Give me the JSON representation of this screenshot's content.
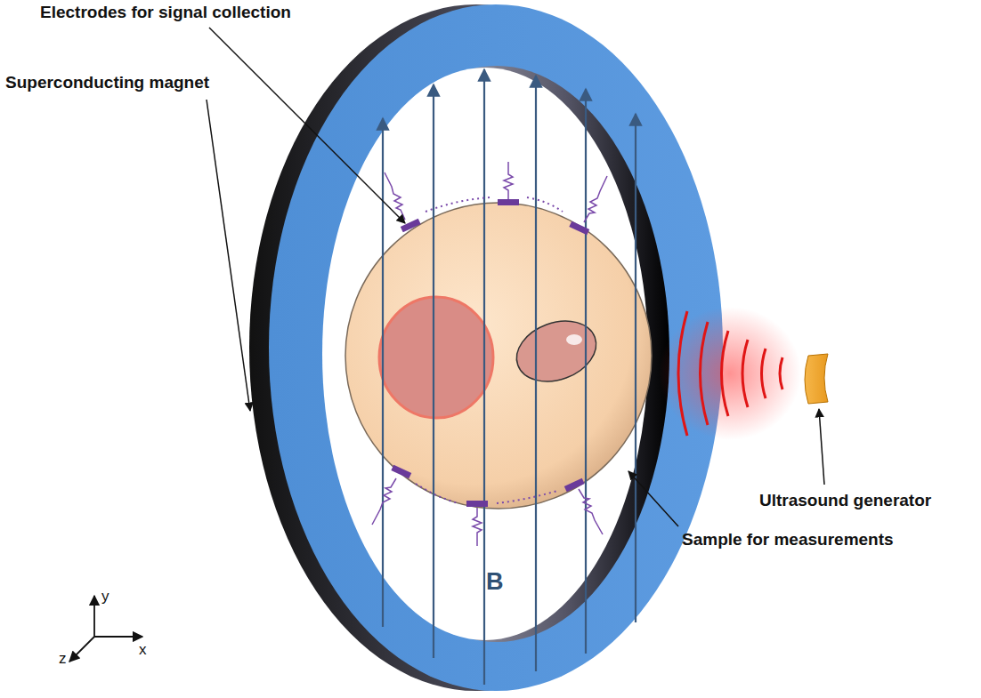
{
  "diagram": {
    "labels": [
      "Electrodes for signal collection",
      "Superconducting magnet",
      "Ultrasound generator",
      "Sample for measurements",
      "B",
      "y",
      "x",
      "z"
    ]
  }
}
